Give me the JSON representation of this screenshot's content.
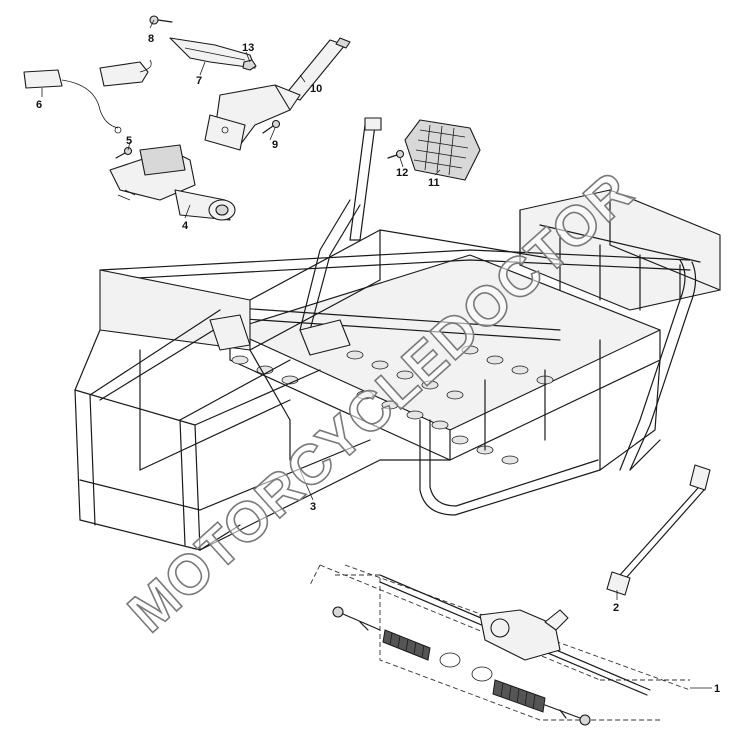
{
  "callouts": {
    "c1": "1",
    "c2": "2",
    "c3": "3",
    "c4": "4",
    "c5": "5",
    "c6": "6",
    "c7": "7",
    "c8": "8",
    "c9": "9",
    "c10": "10",
    "c11": "11",
    "c12": "12",
    "c13": "13"
  },
  "watermark": "MOTORCYCLEDOCTOR"
}
